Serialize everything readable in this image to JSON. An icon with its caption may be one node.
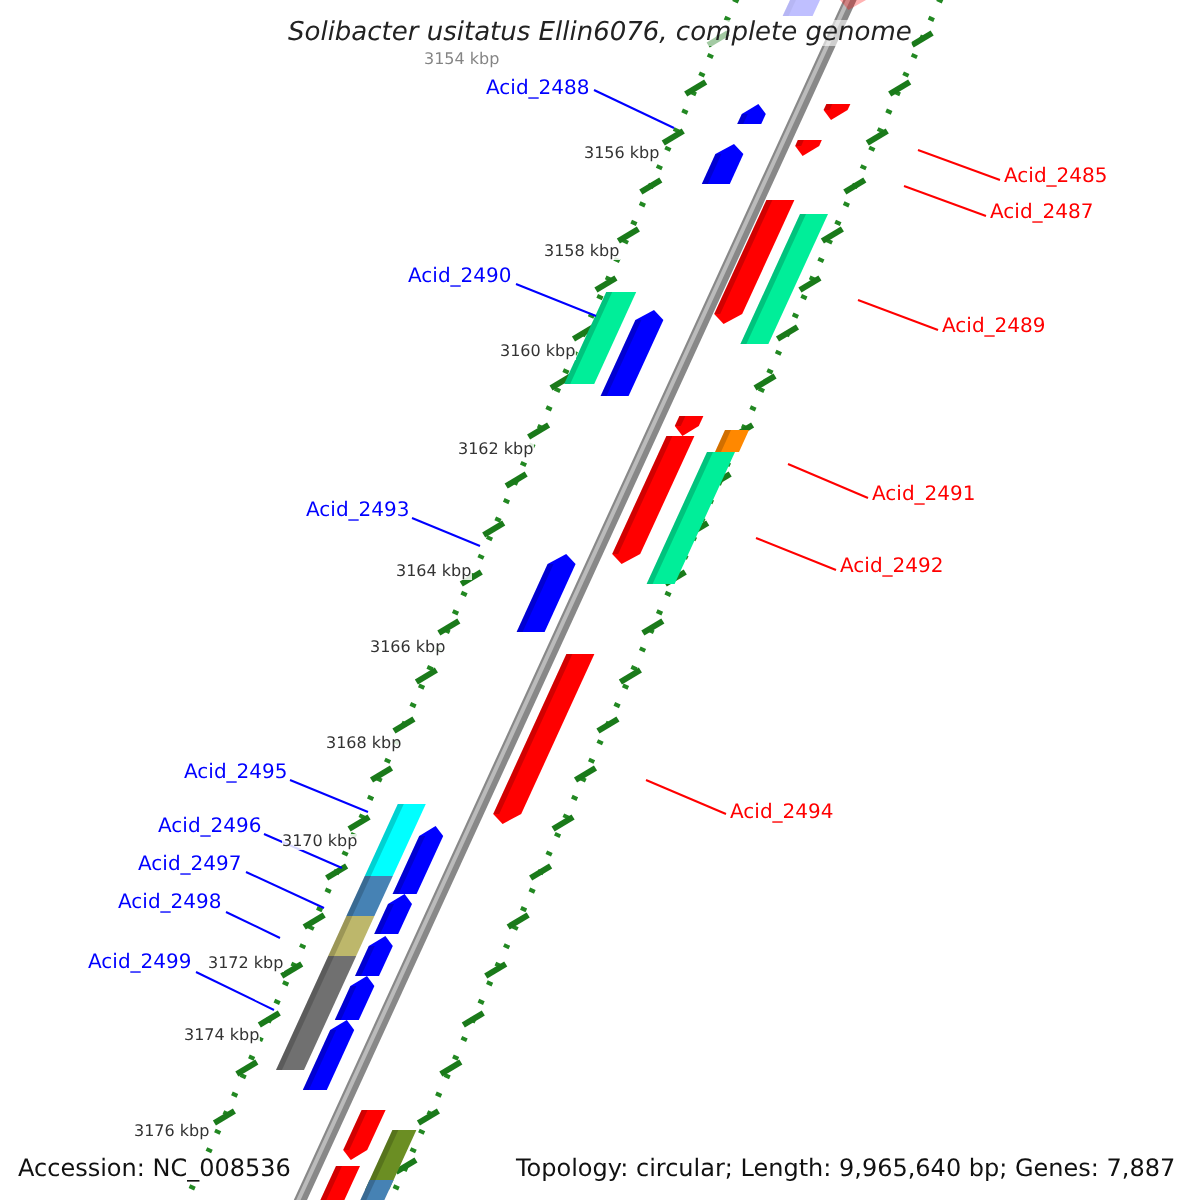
{
  "diagram": {
    "title": "Solibacter usitatus Ellin6076, complete genome",
    "nodes": [
      {
        "text": [
          "Acid_2485"
        ]
      },
      {
        "text": [
          "Acid_2487"
        ]
      },
      {
        "text": [
          "Acid_2488"
        ]
      },
      {
        "text": [
          "Acid_2489"
        ]
      },
      {
        "text": [
          "Acid_2490"
        ]
      },
      {
        "text": [
          "Acid_2491"
        ]
      },
      {
        "text": [
          "Acid_2492"
        ]
      },
      {
        "text": [
          "Acid_2493"
        ]
      },
      {
        "text": [
          "Acid_2494"
        ]
      },
      {
        "text": [
          "Acid_2495"
        ]
      },
      {
        "text": [
          "Acid_2496"
        ]
      },
      {
        "text": [
          "Acid_2497"
        ]
      },
      {
        "text": [
          "Acid_2498"
        ]
      },
      {
        "text": [
          "Acid_2499"
        ]
      }
    ],
    "edges": [
      {
        "from": 0,
        "to": null,
        "arrow": "none",
        "color": "#ff0000"
      },
      {
        "from": 1,
        "to": null,
        "arrow": "none",
        "color": "#ff0000"
      },
      {
        "from": 2,
        "to": null,
        "arrow": "none"
      },
      {
        "from": 3,
        "to": null,
        "arrow": "none",
        "color": "#ff0000"
      },
      {
        "from": 4,
        "to": null,
        "arrow": "none"
      },
      {
        "from": 5,
        "to": null,
        "arrow": "none",
        "color": "#ff0000"
      },
      {
        "from": 6,
        "to": null,
        "arrow": "none",
        "color": "#ff0000"
      },
      {
        "from": 7,
        "to": null,
        "arrow": "none"
      },
      {
        "from": 8,
        "to": null,
        "arrow": "none",
        "color": "#ff0000"
      },
      {
        "from": 9,
        "to": null,
        "arrow": "none"
      },
      {
        "from": 10,
        "to": null,
        "arrow": "none"
      },
      {
        "from": 11,
        "to": null,
        "arrow": "none"
      },
      {
        "from": 12,
        "to": null,
        "arrow": "none"
      },
      {
        "from": 13,
        "to": null,
        "arrow": "none"
      }
    ],
    "labels": [
      "3154 kbp",
      "3156 kbp",
      "3158 kbp",
      "3160 kbp",
      "3162 kbp",
      "3164 kbp",
      "3166 kbp",
      "3168 kbp",
      "3170 kbp",
      "3172 kbp",
      "3174 kbp",
      "3176 kbp",
      "Accession: NC_008536",
      "Topology: circular; Length: 9,965,640 bp; Genes: 7,887"
    ]
  }
}
